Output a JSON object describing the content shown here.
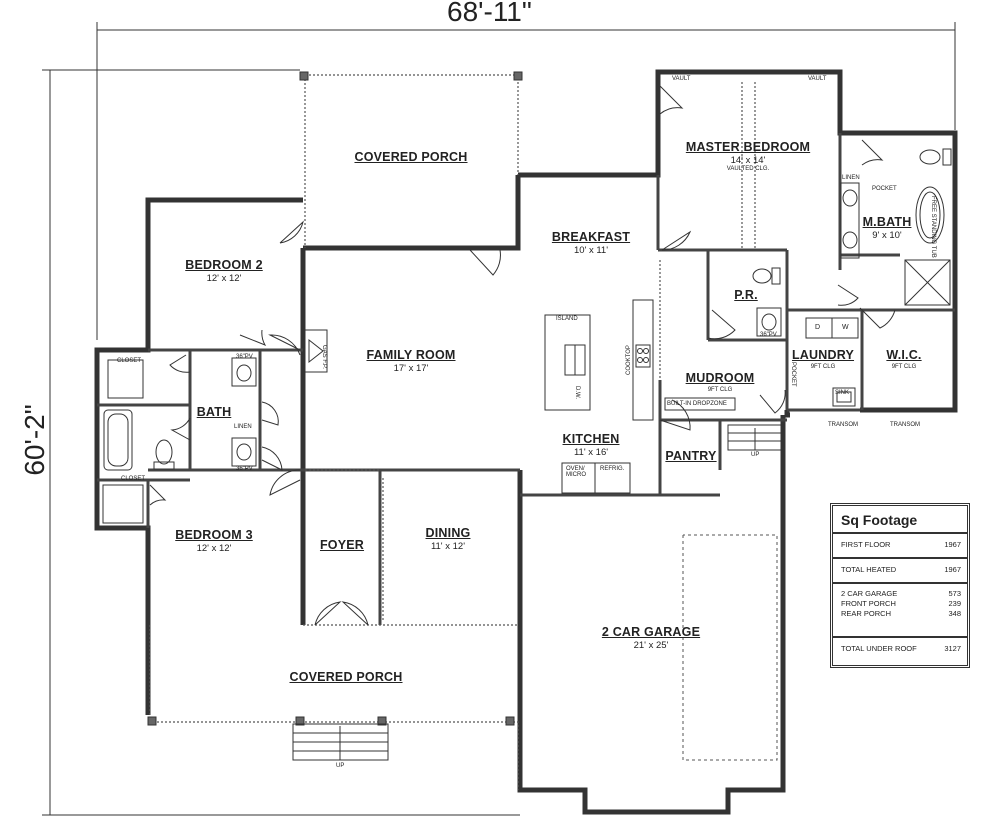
{
  "dimensions": {
    "width": "68'-11\"",
    "depth": "60'-2\""
  },
  "rooms": {
    "covered_porch_rear": {
      "name": "COVERED PORCH"
    },
    "breakfast": {
      "name": "BREAKFAST",
      "size": "10' x 11'"
    },
    "master_bedroom": {
      "name": "MASTER BEDROOM",
      "size": "14' x 14'",
      "note": "VAULTED CLG."
    },
    "master_bath": {
      "name": "M.BATH",
      "size": "9' x 10'"
    },
    "bedroom2": {
      "name": "BEDROOM 2",
      "size": "12' x 12'"
    },
    "family_room": {
      "name": "FAMILY ROOM",
      "size": "17' x 17'"
    },
    "pr": {
      "name": "P.R."
    },
    "laundry": {
      "name": "LAUNDRY",
      "note": "9FT CLG"
    },
    "wic": {
      "name": "W.I.C.",
      "note": "9FT CLG"
    },
    "mudroom": {
      "name": "MUDROOM",
      "note": "9FT CLG"
    },
    "bath": {
      "name": "BATH"
    },
    "kitchen": {
      "name": "KITCHEN",
      "size": "11' x 16'"
    },
    "pantry": {
      "name": "PANTRY"
    },
    "bedroom3": {
      "name": "BEDROOM 3",
      "size": "12' x 12'"
    },
    "foyer": {
      "name": "FOYER"
    },
    "dining": {
      "name": "DINING",
      "size": "11' x 12'"
    },
    "garage": {
      "name": "2 CAR GARAGE",
      "size": "21' x 25'"
    },
    "covered_porch_front": {
      "name": "COVERED PORCH"
    }
  },
  "labels": {
    "vault_left": "VAULT",
    "vault_right": "VAULT",
    "linen_mbath": "LINEN",
    "pocket": "POCKET",
    "free_standing_tub": "FREE STANDING TUB",
    "closet_b2": "CLOSET",
    "closet_b3": "CLOSET",
    "linen_bath": "LINEN",
    "island": "ISLAND",
    "dw": "D.W.",
    "cooktop": "COOKTOP",
    "built_in_dropzone": "BUILT-IN DROPZONE",
    "oven_micro": "OVEN/ MICRO",
    "refrig": "REFRIG.",
    "washer": "W",
    "dryer": "D",
    "sink": "SINK",
    "transom_left": "TRANSOM",
    "transom_right": "TRANSOM",
    "up_garage": "UP",
    "up_porch": "UP",
    "gas_fp": "GAS F.P.",
    "pocket_laundry": "POCKET",
    "label_36pv": "36\"PV"
  },
  "sq_footage": {
    "title": "Sq Footage",
    "first_floor": {
      "label": "FIRST FLOOR",
      "value": "1967"
    },
    "total_heated": {
      "label": "TOTAL HEATED",
      "value": "1967"
    },
    "garage": {
      "label": "2 CAR GARAGE",
      "value": "573"
    },
    "front_porch": {
      "label": "FRONT PORCH",
      "value": "239"
    },
    "rear_porch": {
      "label": "REAR PORCH",
      "value": "348"
    },
    "total_under_roof": {
      "label": "TOTAL UNDER ROOF",
      "value": "3127"
    }
  }
}
